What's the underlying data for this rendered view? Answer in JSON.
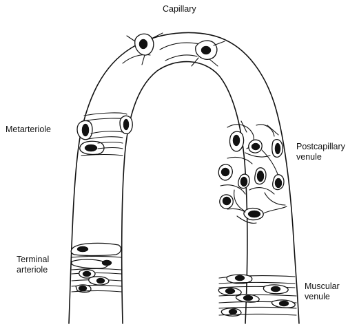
{
  "labels": {
    "capillary": "Capillary",
    "metarteriole": "Metarteriole",
    "postcapillary_venule": "Postcapillary\nvenule",
    "terminal_arteriole": "Terminal\narteriole",
    "muscular_venule": "Muscular\nvenule"
  },
  "colors": {
    "line": "#111111",
    "background": "#ffffff"
  }
}
